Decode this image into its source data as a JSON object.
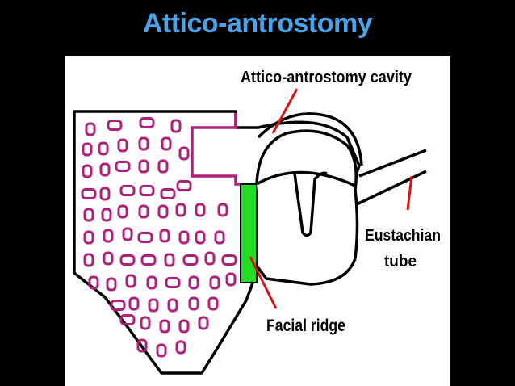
{
  "slide": {
    "title": "Attico-antrostomy",
    "title_color": "#4aa3e8",
    "background_color": "#000000"
  },
  "diagram": {
    "labels": {
      "cavity": "Attico-antrostomy cavity",
      "eustachian_line1": "Eustachian",
      "eustachian_line2": "tube",
      "facial_ridge": "Facial ridge"
    },
    "colors": {
      "mastoid_cells": "#b0207a",
      "facial_ridge_fill": "#22dd22",
      "pointer_lines": "#e01010",
      "outline": "#000000"
    }
  }
}
